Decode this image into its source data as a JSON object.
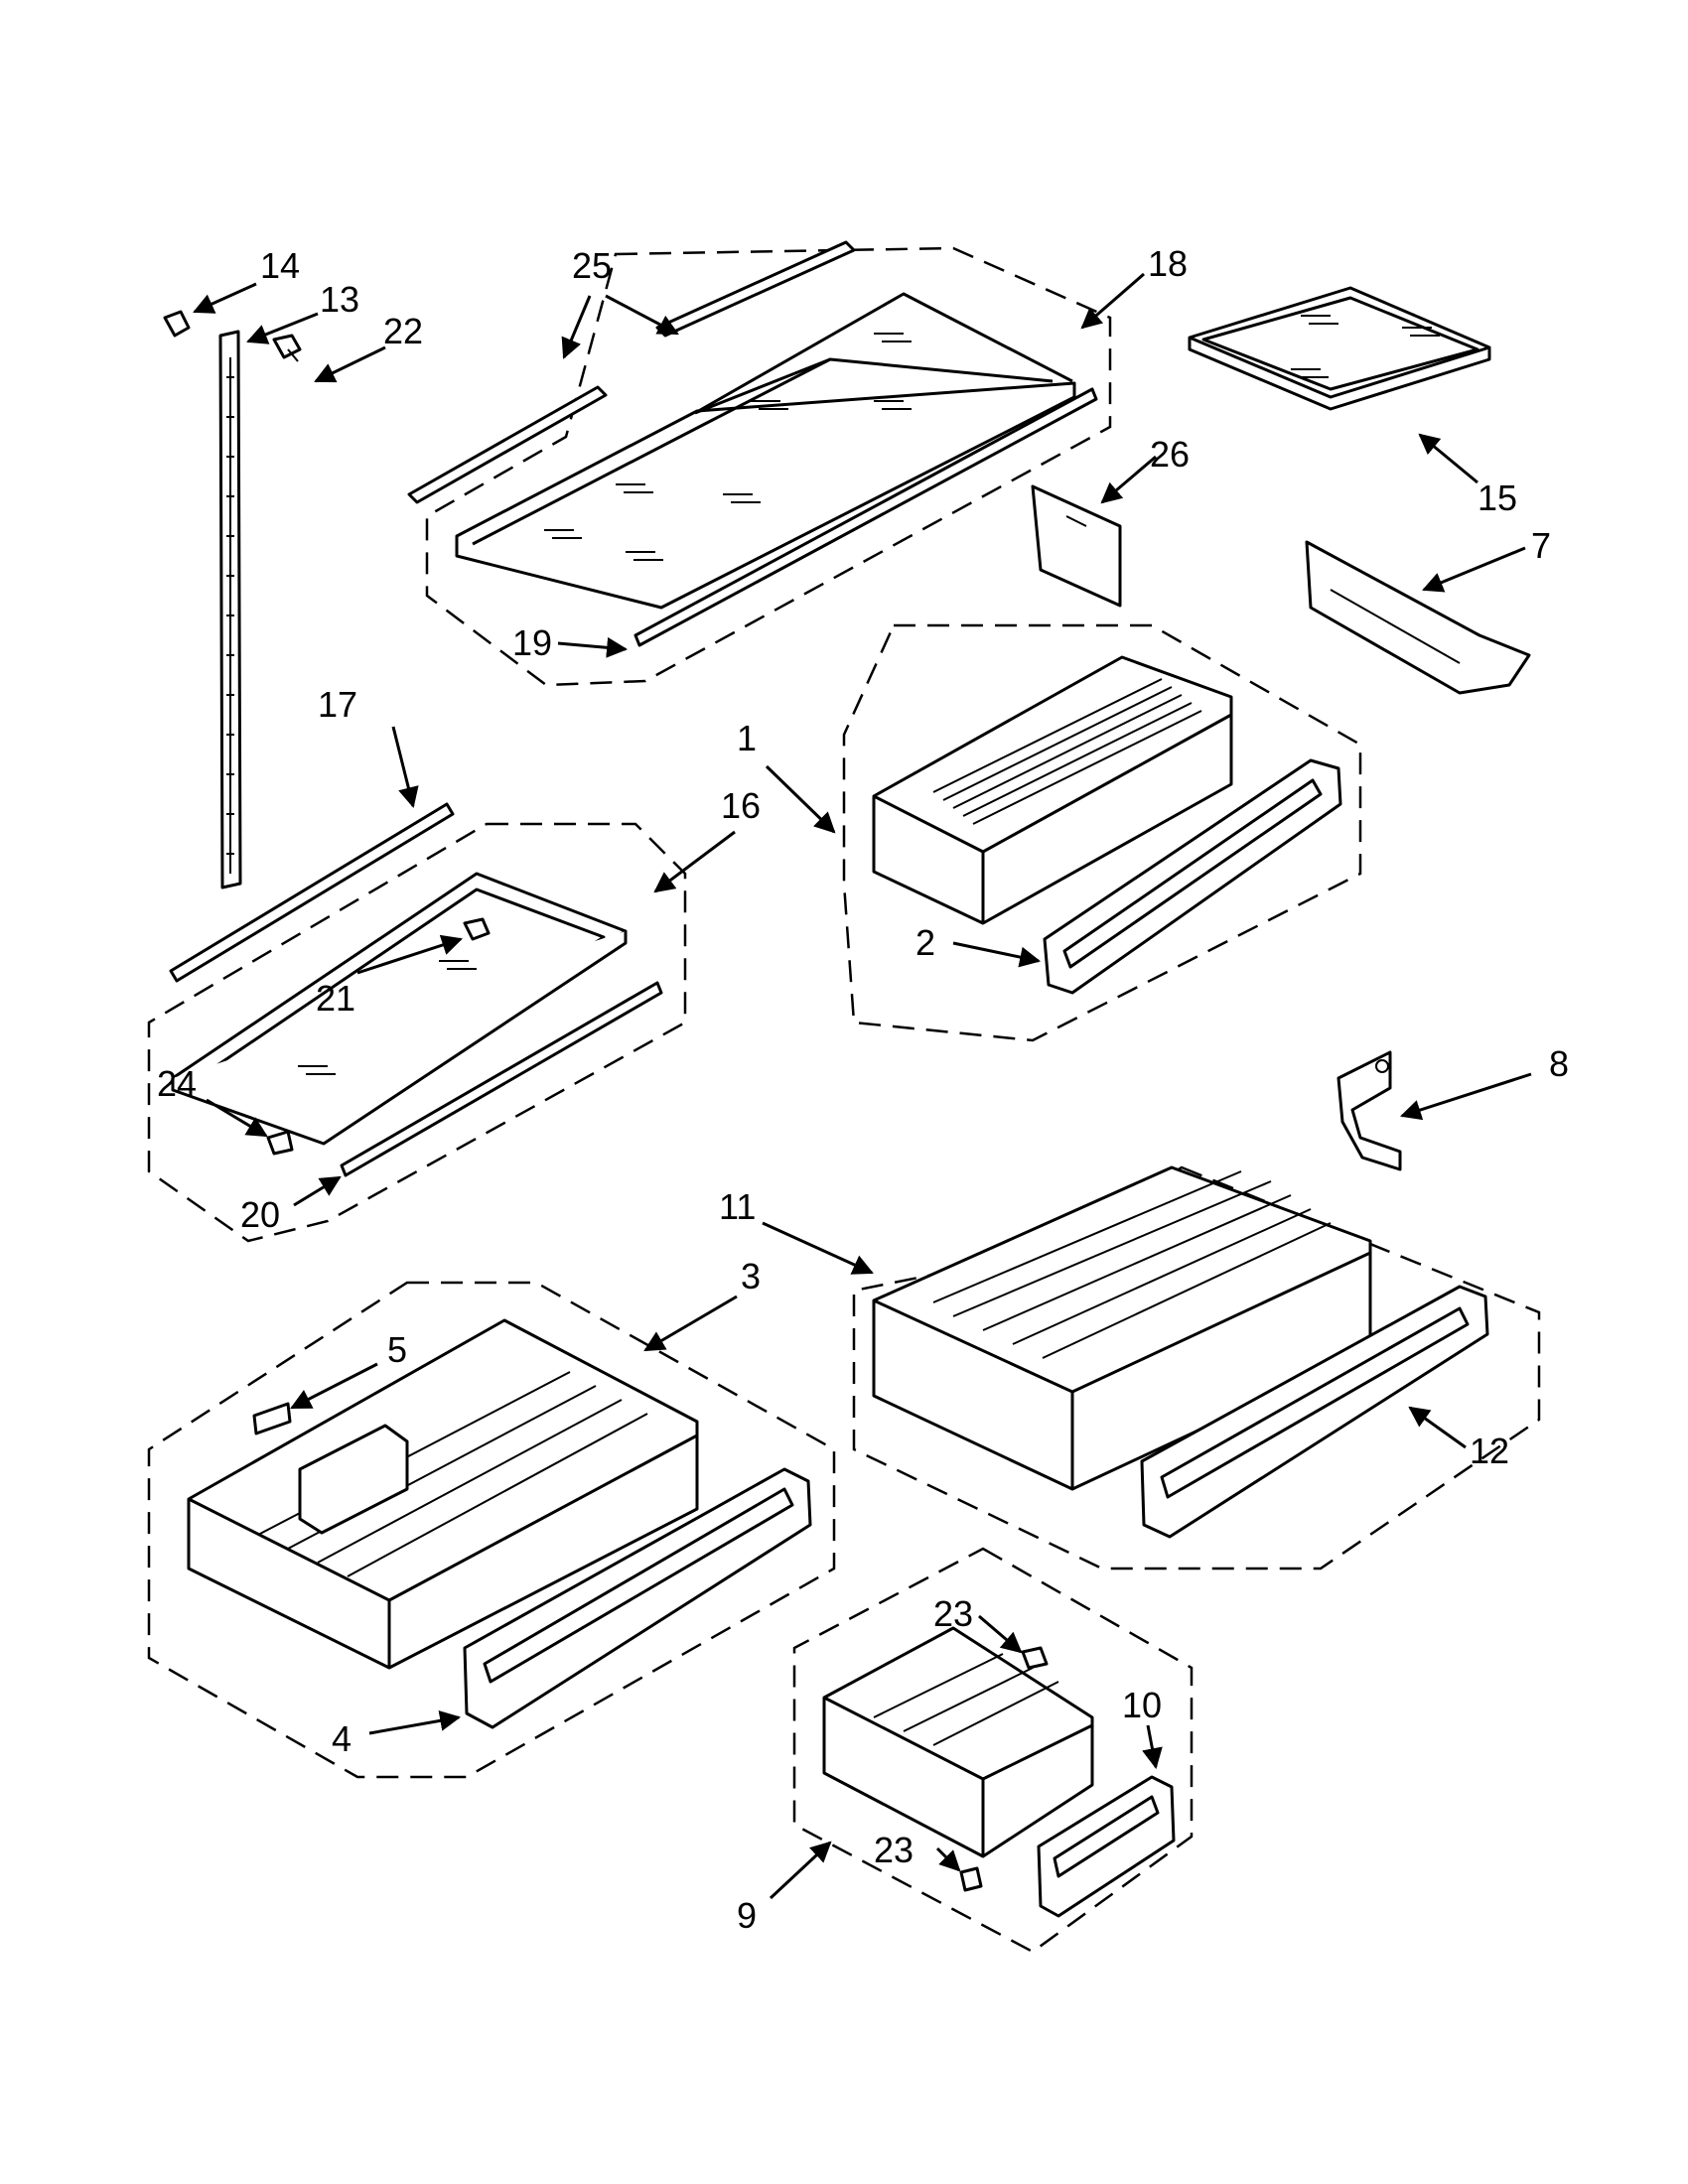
{
  "callouts": {
    "c1": "1",
    "c2": "2",
    "c3": "3",
    "c4": "4",
    "c5": "5",
    "c7": "7",
    "c8": "8",
    "c9": "9",
    "c10": "10",
    "c11": "11",
    "c12": "12",
    "c13": "13",
    "c14": "14",
    "c15": "15",
    "c16": "16",
    "c17": "17",
    "c18": "18",
    "c19": "19",
    "c20": "20",
    "c21": "21",
    "c22": "22",
    "c23a": "23",
    "c23b": "23",
    "c24": "24",
    "c25": "25",
    "c26": "26"
  }
}
